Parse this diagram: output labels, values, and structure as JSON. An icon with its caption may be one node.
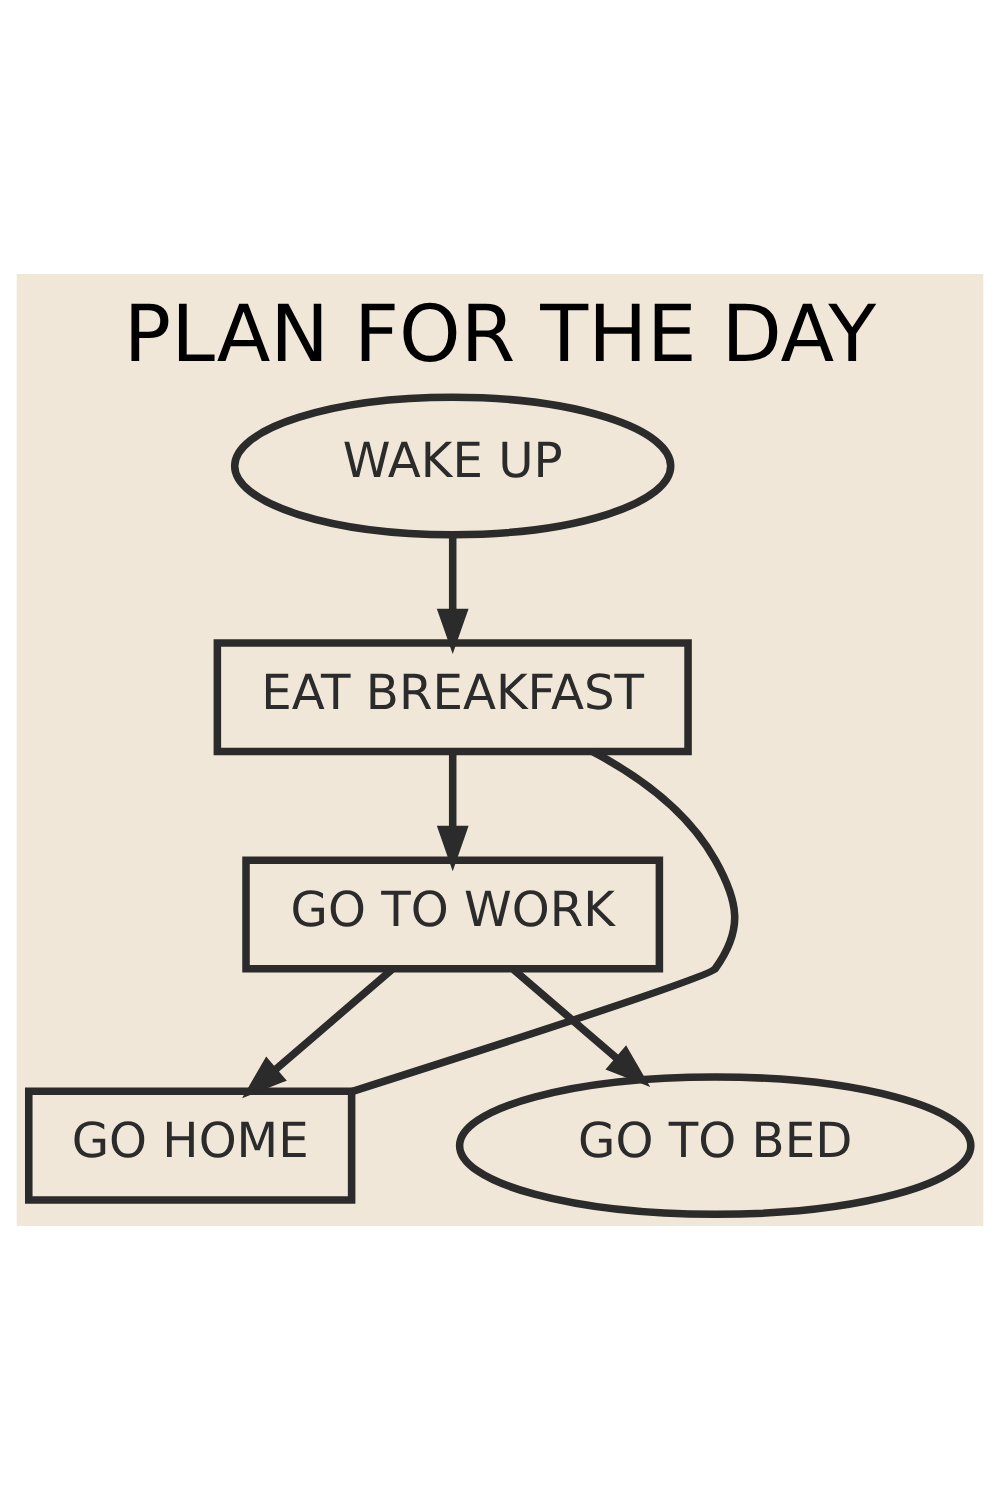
{
  "diagram": {
    "title": "PLAN FOR THE DAY",
    "nodes": [
      {
        "text": [
          "WAKE UP"
        ]
      },
      {
        "text": [
          "EAT BREAKFAST"
        ]
      },
      {
        "text": [
          "GO TO WORK"
        ]
      },
      {
        "text": [
          "GO HOME"
        ]
      },
      {
        "text": [
          "GO TO BED"
        ]
      }
    ],
    "edges": [
      {
        "from": 0,
        "to": 1,
        "arrow": "to"
      },
      {
        "from": 1,
        "to": 2,
        "arrow": "to"
      },
      {
        "from": 2,
        "to": 3,
        "arrow": "to"
      },
      {
        "from": 2,
        "to": 4,
        "arrow": "to"
      },
      {
        "from": 1,
        "to": 3,
        "arrow": "none"
      }
    ]
  }
}
